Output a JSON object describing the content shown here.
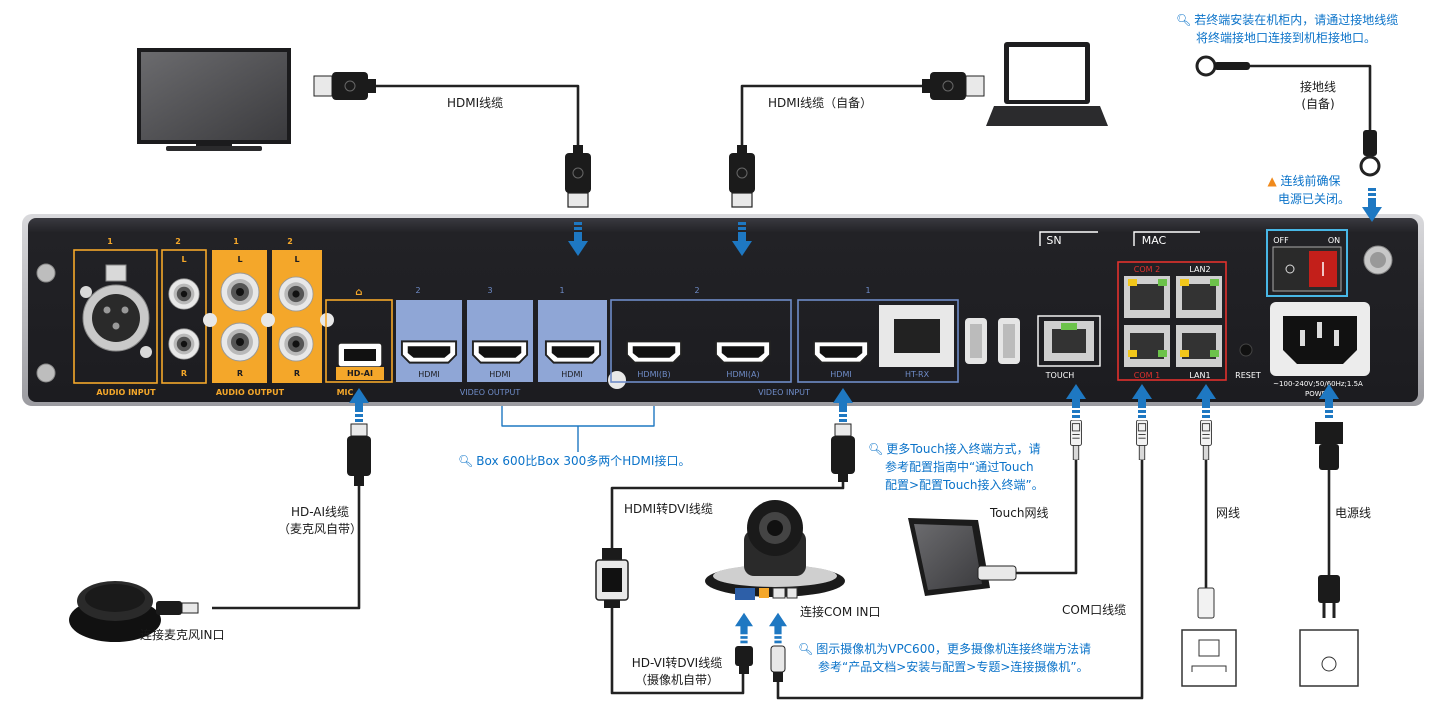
{
  "device": {
    "port_labels": {
      "mic_in_top": "1",
      "audio_in_r": "R",
      "out2_l": "L",
      "out2_r": "R",
      "out1_l": "L",
      "out1_r": "R",
      "out2b_l": "L",
      "out2b_r": "R",
      "audio_input": "AUDIO  INPUT",
      "audio_output": "AUDIO  OUTPUT",
      "mic": "MIC",
      "hdai": "HD-AI",
      "vo2_num": "2",
      "vo3_num": "3",
      "vo1_num": "1",
      "vi2_num": "2",
      "vi1_num": "1",
      "ao2_num": "2",
      "ao1_num": "1",
      "ao2b_num": "2",
      "hdmi": "HDMI",
      "hdmi_b": "HDMI(B)",
      "hdmi_a": "HDMI(A)",
      "ht_rx": "HT-RX",
      "video_output": "VIDEO  OUTPUT",
      "video_input": "VIDEO  INPUT",
      "touch": "TOUCH",
      "sn": "SN",
      "mac": "MAC",
      "com2": "COM 2",
      "com1": "COM 1",
      "lan2": "LAN2",
      "lan1": "LAN1",
      "reset": "RESET",
      "off": "OFF",
      "on": "ON",
      "power_spec": "~100-240V;50/60Hz;1.5A",
      "power": "POWER"
    }
  },
  "labels": {
    "hdmi_cable": "HDMI线缆",
    "hdmi_cable_own": "HDMI线缆（自备）",
    "ground_line1": "接地线",
    "ground_line2": "(自备)",
    "hdai_line1": "HD-AI线缆",
    "hdai_line2": "（麦克风自带）",
    "mic_in": "连接麦克风IN口",
    "hdmi_dvi": "HDMI转DVI线缆",
    "hdvi_dvi_1": "HD-VI转DVI线缆",
    "hdvi_dvi_2": "（摄像机自带）",
    "com_in": "连接COM IN口",
    "touch_cable": "Touch网线",
    "com_cable": "COM口线缆",
    "net_cable": "网线",
    "power_cable": "电源线"
  },
  "notes": {
    "ground_1": "若终端安装在机柜内，请通过接地线缆",
    "ground_2": "将终端接地口连接到机柜接地口。",
    "power_warn_1": "连线前确保",
    "power_warn_2": "电源已关闭。",
    "box_compare": "Box 600比Box 300多两个HDMI接口。",
    "touch_1": "更多Touch接入终端方式，请",
    "touch_2": "参考配置指南中“通过Touch",
    "touch_3": "配置>配置Touch接入终端”。",
    "camera_1": "图示摄像机为VPC600，更多摄像机连接终端方法请",
    "camera_2": "参考“产品文档>安装与配置>专题>连接摄像机”。"
  },
  "icons": {
    "note": "search-icon",
    "warning": "warning-icon",
    "arrow": "arrow-down-icon"
  },
  "colors": {
    "note_blue": "#0b73c9",
    "arrow_blue": "#1e78c2",
    "panel": "#26262b",
    "hdmi_port_bg": "#8fa6d6",
    "audio_orange": "#f4a72a",
    "com_red": "#e2312d"
  }
}
